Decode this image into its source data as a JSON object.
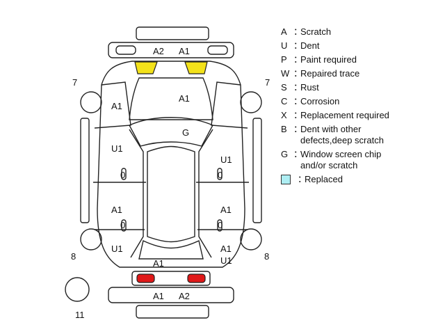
{
  "legend": {
    "items": [
      {
        "code": "A",
        "desc": "Scratch"
      },
      {
        "code": "U",
        "desc": "Dent"
      },
      {
        "code": "P",
        "desc": "Paint required"
      },
      {
        "code": "W",
        "desc": "Repaired trace"
      },
      {
        "code": "S",
        "desc": "Rust"
      },
      {
        "code": "C",
        "desc": "Corrosion"
      },
      {
        "code": "X",
        "desc": "Replacement required"
      },
      {
        "code": "B",
        "desc": "Dent with other\ndefects,deep scratch"
      },
      {
        "code": "G",
        "desc": "Window screen chip\nand/or scratch"
      }
    ],
    "replaced_label": "Replaced",
    "replaced_color": "#aeeef3",
    "colon": "："
  },
  "diagram": {
    "labels": {
      "front_bumper_a2": "A2",
      "front_bumper_a1": "A1",
      "hood": "A1",
      "windshield": "G",
      "left_front_fender": "A1",
      "left_front_door": "U1",
      "left_front_door_0": "0",
      "left_rear_door": "A1",
      "left_rear_door_0": "0",
      "left_rear_fender": "U1",
      "right_front_door": "U1",
      "right_front_door_0": "0",
      "right_rear_door": "A1",
      "right_rear_door_0": "0",
      "right_rear_fender_a": "A1",
      "right_rear_fender_u": "U1",
      "trunk": "A1",
      "rear_bumper_a1": "A1",
      "rear_bumper_a2": "A2",
      "front_left_wheel": "7",
      "front_right_wheel": "7",
      "rear_left_wheel": "8",
      "rear_right_wheel": "8",
      "spare_wheel": "11"
    },
    "colors": {
      "front_lights": "#f3e21a",
      "rear_lights": "#e01818",
      "outline": "#222222"
    }
  }
}
